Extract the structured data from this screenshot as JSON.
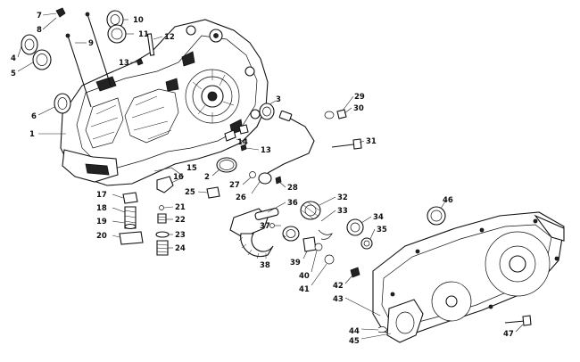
{
  "diagram": {
    "callouts": [
      {
        "id": "c1",
        "label": "1"
      },
      {
        "id": "c2",
        "label": "2"
      },
      {
        "id": "c3",
        "label": "3"
      },
      {
        "id": "c4",
        "label": "4"
      },
      {
        "id": "c5",
        "label": "5"
      },
      {
        "id": "c6",
        "label": "6"
      },
      {
        "id": "c7",
        "label": "7"
      },
      {
        "id": "c8",
        "label": "8"
      },
      {
        "id": "c9",
        "label": "9"
      },
      {
        "id": "c10",
        "label": "10"
      },
      {
        "id": "c11",
        "label": "11"
      },
      {
        "id": "c12",
        "label": "12"
      },
      {
        "id": "c13a",
        "label": "13"
      },
      {
        "id": "c13b",
        "label": "13"
      },
      {
        "id": "c14",
        "label": "14"
      },
      {
        "id": "c15",
        "label": "15"
      },
      {
        "id": "c16",
        "label": "16"
      },
      {
        "id": "c17",
        "label": "17"
      },
      {
        "id": "c18",
        "label": "18"
      },
      {
        "id": "c19",
        "label": "19"
      },
      {
        "id": "c20",
        "label": "20"
      },
      {
        "id": "c21",
        "label": "21"
      },
      {
        "id": "c22",
        "label": "22"
      },
      {
        "id": "c23",
        "label": "23"
      },
      {
        "id": "c24",
        "label": "24"
      },
      {
        "id": "c25",
        "label": "25"
      },
      {
        "id": "c26",
        "label": "26"
      },
      {
        "id": "c27",
        "label": "27"
      },
      {
        "id": "c28",
        "label": "28"
      },
      {
        "id": "c29",
        "label": "29"
      },
      {
        "id": "c30",
        "label": "30"
      },
      {
        "id": "c31",
        "label": "31"
      },
      {
        "id": "c32",
        "label": "32"
      },
      {
        "id": "c33",
        "label": "33"
      },
      {
        "id": "c34",
        "label": "34"
      },
      {
        "id": "c35",
        "label": "35"
      },
      {
        "id": "c36",
        "label": "36"
      },
      {
        "id": "c37",
        "label": "37"
      },
      {
        "id": "c38",
        "label": "38"
      },
      {
        "id": "c39",
        "label": "39"
      },
      {
        "id": "c40",
        "label": "40"
      },
      {
        "id": "c41",
        "label": "41"
      },
      {
        "id": "c42",
        "label": "42"
      },
      {
        "id": "c43",
        "label": "43"
      },
      {
        "id": "c44",
        "label": "44"
      },
      {
        "id": "c45",
        "label": "45"
      },
      {
        "id": "c46",
        "label": "46"
      },
      {
        "id": "c47",
        "label": "47"
      }
    ]
  }
}
